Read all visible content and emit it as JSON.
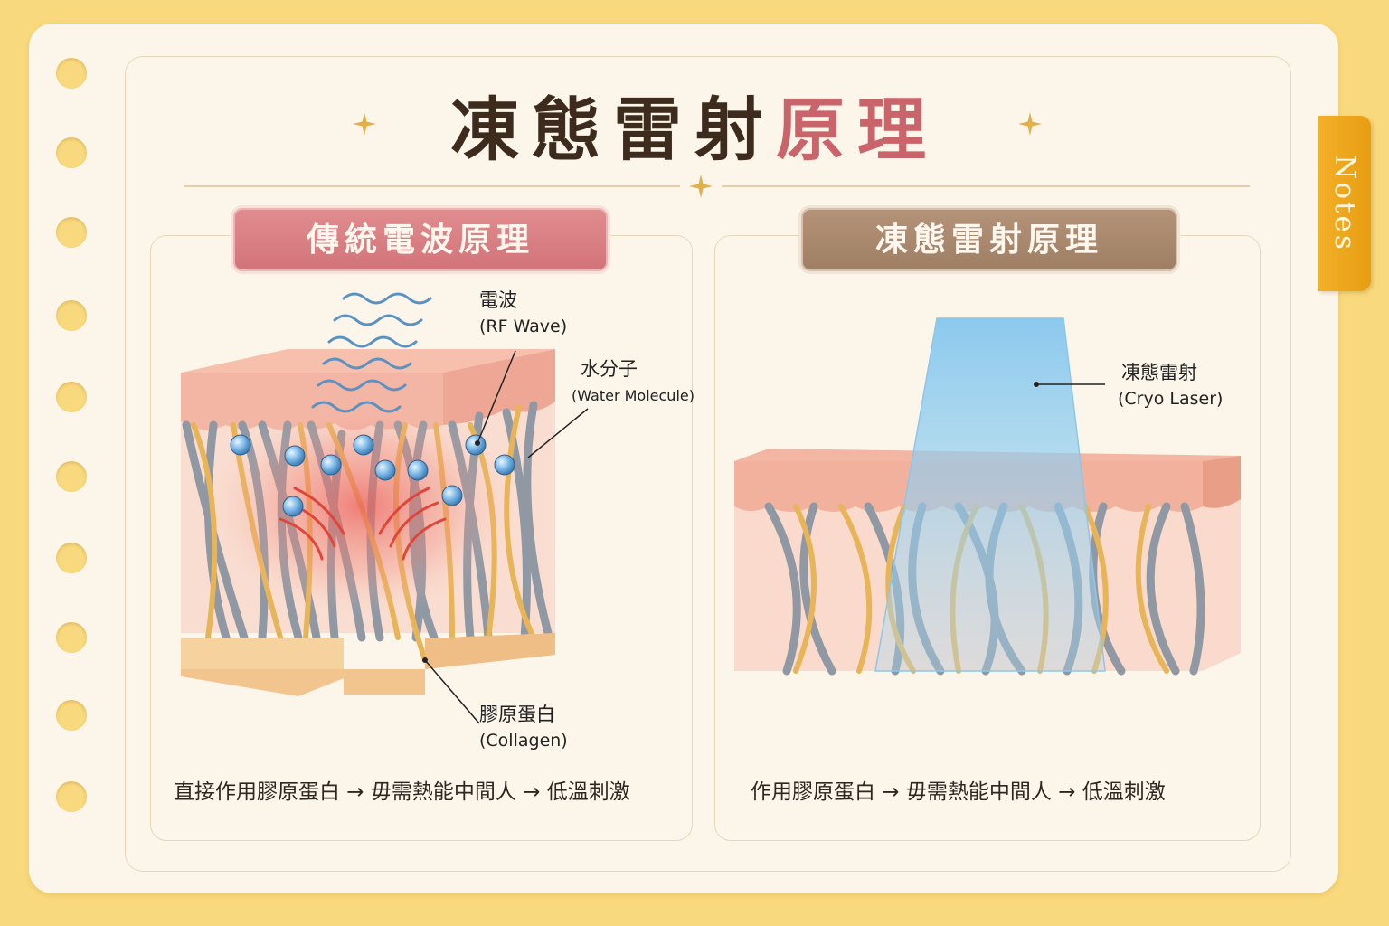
{
  "title": {
    "main": "凍態雷射",
    "accent": "原理"
  },
  "notes_tab": "Notes",
  "colors": {
    "background": "#f9d97d",
    "paper": "#fcf6ea",
    "accent_red": "#c9646b",
    "pill_red": "#d27479",
    "pill_brown": "#9f7f64",
    "notes_tab": "#eea41a"
  },
  "left_panel": {
    "heading": "傳統電波原理",
    "labels": {
      "rf_wave_zh": "電波",
      "rf_wave_en": "(RF Wave)",
      "water_zh": "水分子",
      "water_en": "(Water Molecule)",
      "collagen_zh": "膠原蛋白",
      "collagen_en": "(Collagen)"
    },
    "caption": "直接作用膠原蛋白 → 毋需熱能中間人 → 低溫刺激"
  },
  "right_panel": {
    "heading": "凍態雷射原理",
    "labels": {
      "laser_zh": "凍態雷射",
      "laser_en": "(Cryo Laser)"
    },
    "caption": "作用膠原蛋白 → 毋需熱能中間人 → 低溫刺激"
  }
}
